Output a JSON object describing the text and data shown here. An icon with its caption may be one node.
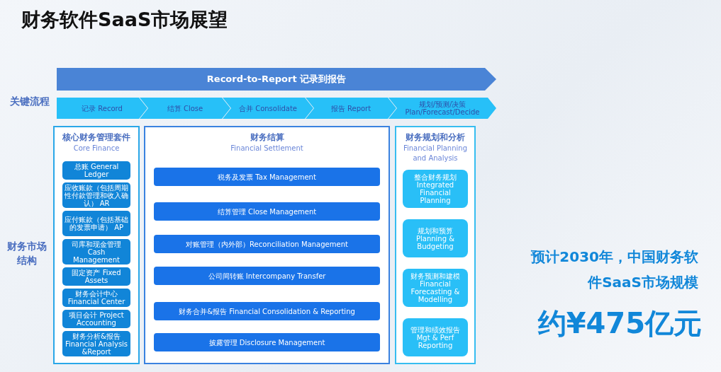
{
  "diagram": {
    "title": "财务软件SaaS市场展望",
    "nodes": [
      {
        "text": [
          "Record-to-Report 记录到报告"
        ]
      },
      {
        "text": [
          "记录 Record"
        ]
      },
      {
        "text": [
          "结算 Close"
        ]
      },
      {
        "text": [
          "合并 Consolidate"
        ]
      },
      {
        "text": [
          "报告 Report"
        ]
      },
      {
        "text": [
          "规划/预测/决策 Plan/Forecast/Decide"
        ]
      },
      {
        "text": [
          "核心财务管理套件",
          "Core Finance"
        ]
      },
      {
        "text": [
          "总账 General Ledger"
        ],
        "in": 6
      },
      {
        "text": [
          "应收账款（包括周期性付款管理和收入确认） AR"
        ],
        "in": 6
      },
      {
        "text": [
          "应付账款（包括基础的发票申请） AP"
        ],
        "in": 6
      },
      {
        "text": [
          "司库和现金管理 Cash Management"
        ],
        "in": 6
      },
      {
        "text": [
          "固定资产 Fixed Assets"
        ],
        "in": 6
      },
      {
        "text": [
          "财务会计中心 Financial Center"
        ],
        "in": 6
      },
      {
        "text": [
          "项目会计 Project Accounting"
        ],
        "in": 6
      },
      {
        "text": [
          "财务分析&报告 Financial Analysis &Report"
        ],
        "in": 6
      },
      {
        "text": [
          "财务结算",
          "Financial Settlement"
        ]
      },
      {
        "text": [
          "税务及发票 Tax Management"
        ],
        "in": 15
      },
      {
        "text": [
          "结算管理  Close Management"
        ],
        "in": 15
      },
      {
        "text": [
          "对账管理（内外部）Reconciliation Management"
        ],
        "in": 15
      },
      {
        "text": [
          "公司间转账 Intercompany Transfer"
        ],
        "in": 15
      },
      {
        "text": [
          "财务合并&报告 Financial Consolidation & Reporting"
        ],
        "in": 15
      },
      {
        "text": [
          "披露管理 Disclosure Management"
        ],
        "in": 15
      },
      {
        "text": [
          "财务规划和分析",
          "Financial Planning and Analysis"
        ]
      },
      {
        "text": [
          "整合财务规划 Integrated Financial Planning"
        ],
        "in": 22
      },
      {
        "text": [
          "规划和预算 Planning & Budgeting"
        ],
        "in": 22
      },
      {
        "text": [
          "财务预测和建模 Financial Forecasting & Modelling"
        ],
        "in": 22
      },
      {
        "text": [
          "管理和绩效报告 Mgt & Perf Reporting"
        ],
        "in": 22
      }
    ],
    "labels": [
      "关键流程",
      "财务市场结构",
      "预计2030年，中国财务软件SaaS市场规模",
      "约¥475亿元"
    ]
  }
}
